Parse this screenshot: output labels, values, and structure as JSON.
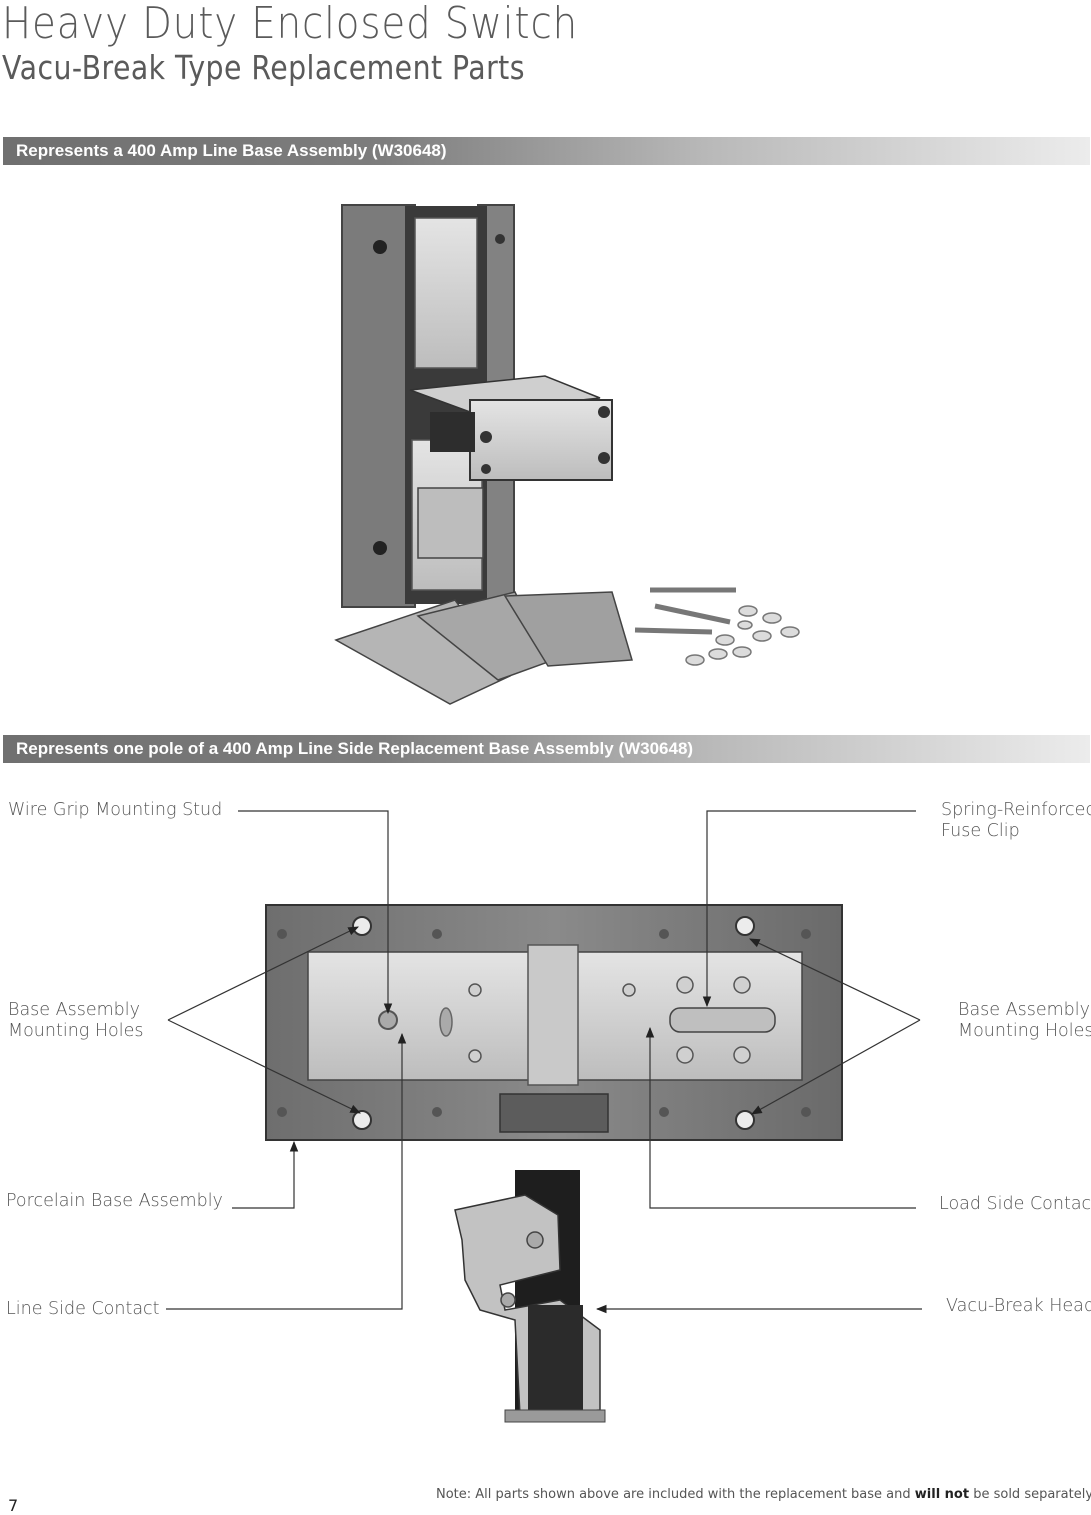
{
  "header": {
    "title": "Heavy Duty Enclosed Switch",
    "subtitle": "Vacu-Break Type Replacement Parts"
  },
  "sections": [
    {
      "caption": "Represents a 400 Amp Line Base Assembly (W30648)"
    },
    {
      "caption": "Represents one pole of a 400 Amp Line Side Replacement Base Assembly (W30648)"
    }
  ],
  "callouts": {
    "wire_grip": "Wire Grip Mounting Stud",
    "base_holes_left_1": "Base Assembly",
    "base_holes_left_2": "Mounting Holes",
    "porcelain": "Porcelain Base Assembly",
    "line_side": "Line Side Contact",
    "spring_clip_1": "Spring-Reinforced",
    "spring_clip_2": "Fuse Clip",
    "base_holes_right_1": "Base Assembly",
    "base_holes_right_2": "Mounting Holes",
    "load_side": "Load Side Contact",
    "vacu_head": "Vacu-Break Head"
  },
  "footer": {
    "note_prefix": "Note: All parts shown above are included with the replacement base and ",
    "note_bold": "will not",
    "note_suffix": " be sold separately.",
    "page_number": "7"
  }
}
